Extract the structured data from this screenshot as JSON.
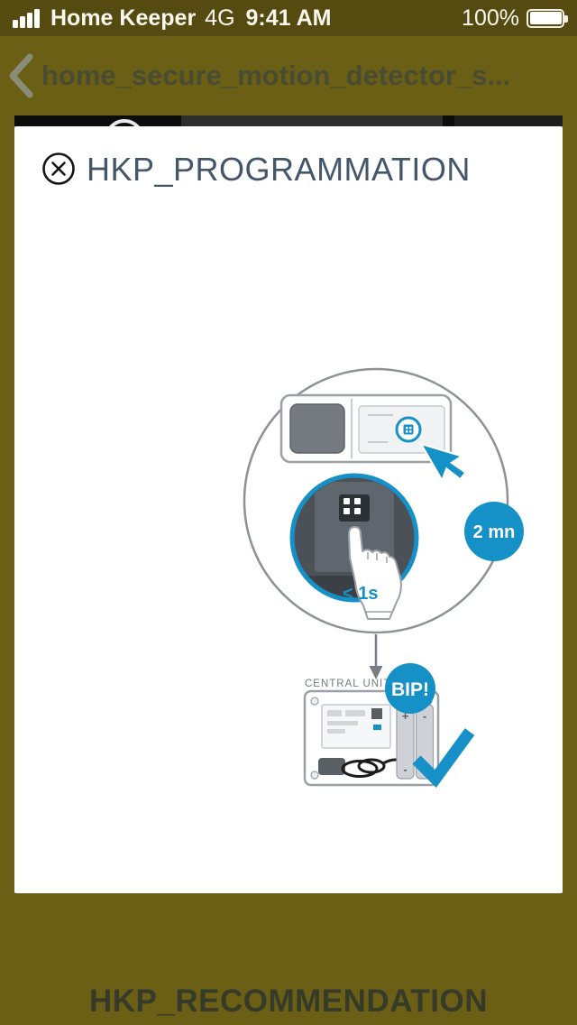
{
  "status_bar": {
    "carrier": "Home Keeper",
    "network": "4G",
    "time": "9:41 AM",
    "battery": "100%"
  },
  "nav": {
    "title": "home_secure_motion_detector_s..."
  },
  "card": {
    "title": "HKP_PROGRAMMATION"
  },
  "diagram": {
    "press_duration": "< 1s",
    "timer_badge": "2 mn",
    "beep_badge": "BIP!",
    "central_unit_label": "CENTRAL UNIT",
    "battery_plus": "+",
    "battery_minus": "-"
  },
  "footer": {
    "next_title": "HKP_RECOMMENDATION"
  },
  "colors": {
    "accent_blue": "#1591c8",
    "background_olive": "#6b5e15",
    "status_bar_olive": "#554a0f",
    "card_title_color": "#44566a"
  }
}
